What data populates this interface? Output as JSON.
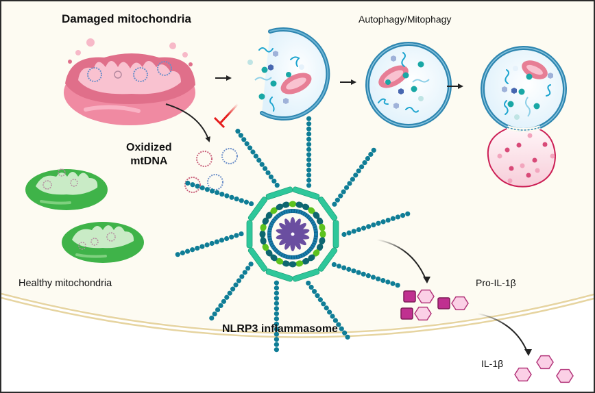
{
  "figure": {
    "labels": {
      "damaged_mitochondria": "Damaged mitochondria",
      "autophagy": "Autophagy/Mitophagy",
      "oxidized_line1": "Oxidized",
      "oxidized_line2": "mtDNA",
      "healthy_mitochondria": "Healthy mitochondria",
      "nlrp3": "NLRP3 inflammasome",
      "pro_il1b": "Pro-IL-1β",
      "il1b": "IL-1β"
    },
    "colors": {
      "background_cytoplasm": "#fdfbf2",
      "membrane": "#e6d4a0",
      "damaged_mito": "#e77e95",
      "healthy_mito": "#3fb349",
      "autophagosome_ring": "#2e86b0",
      "lysosome_ring": "#cc1f55",
      "inflammasome_bead": "#0f7d96",
      "inflammasome_rod": "#2ec79a",
      "inflammasome_core": "#6a4ea0",
      "inhibition": "#e51b1b",
      "pro_il1b_square": "#c03090",
      "il1b_hexagon": "#fbd0e6"
    },
    "counts": {
      "oxidized_mtdna_circles": 4,
      "healthy_mitochondria": 2,
      "pro_il1b_molecules": 3,
      "il1b_molecules": 3,
      "inflammasome_arms": 10
    }
  }
}
